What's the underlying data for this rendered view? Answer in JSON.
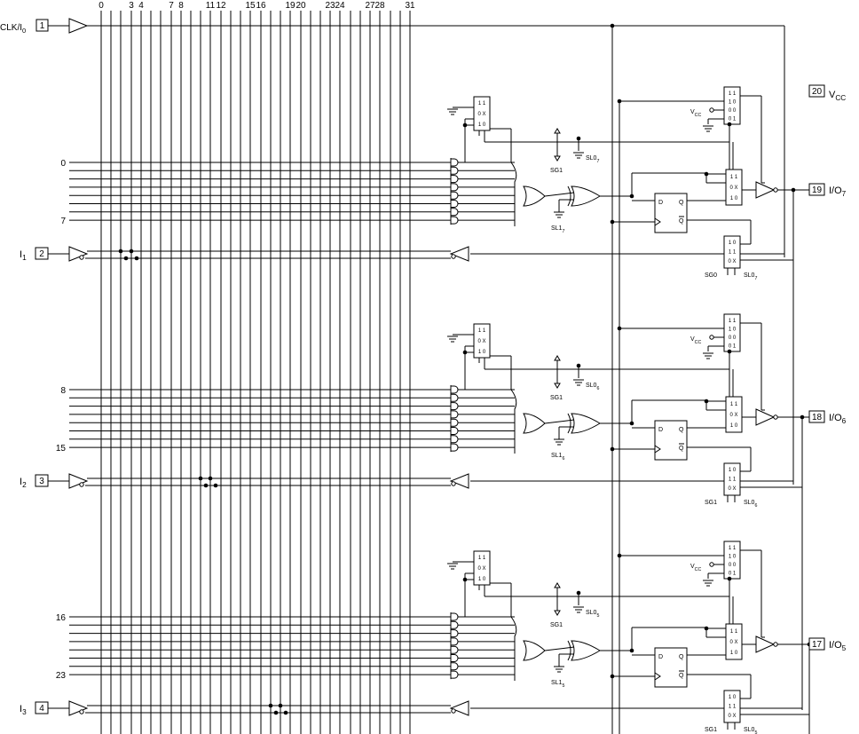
{
  "column_numbers": [
    "0",
    "3",
    "4",
    "7",
    "8",
    "11",
    "12",
    "15",
    "16",
    "19",
    "20",
    "23",
    "24",
    "27",
    "28",
    "31"
  ],
  "inputs": {
    "clk": {
      "label": "CLK/I",
      "sub": "0",
      "pin": "1"
    },
    "i1": {
      "label": "I",
      "sub": "1",
      "pin": "2"
    },
    "i2": {
      "label": "I",
      "sub": "2",
      "pin": "3"
    },
    "i3": {
      "label": "I",
      "sub": "3",
      "pin": "4"
    }
  },
  "vcc": {
    "pin": "20",
    "label": "V",
    "sub": "CC"
  },
  "macrocells": [
    {
      "row_start": "0",
      "row_end": "7",
      "io_pin": "19",
      "io_label": "I/O",
      "io_sub": "7",
      "sg1": "SG1",
      "sl0": "SL0",
      "sl0_sub": "7",
      "sl1": "SL1",
      "sl1_sub": "7",
      "sg_bottom": "SG0",
      "sl0_bottom": "SL0",
      "sl0_bottom_sub": "7"
    },
    {
      "row_start": "8",
      "row_end": "15",
      "io_pin": "18",
      "io_label": "I/O",
      "io_sub": "6",
      "sg1": "SG1",
      "sl0": "SL0",
      "sl0_sub": "6",
      "sl1": "SL1",
      "sl1_sub": "6",
      "sg_bottom": "SG1",
      "sl0_bottom": "SL0",
      "sl0_bottom_sub": "6"
    },
    {
      "row_start": "16",
      "row_end": "23",
      "io_pin": "17",
      "io_label": "I/O",
      "io_sub": "5",
      "sg1": "SG1",
      "sl0": "SL0",
      "sl0_sub": "5",
      "sl1": "SL1",
      "sl1_sub": "5",
      "sg_bottom": "SG1",
      "sl0_bottom": "SL0",
      "sl0_bottom_sub": "5"
    }
  ],
  "mux_codes": {
    "oe_mux": [
      "1 1",
      "1 0",
      "0 0",
      "0 1"
    ],
    "vcc_label": "V",
    "vcc_sub": "CC",
    "sel_mux": [
      "1 1",
      "0 X",
      "1 0"
    ],
    "fb_mux": [
      "1 0",
      "1 1",
      "0 X"
    ],
    "dff": {
      "d": "D",
      "q": "Q",
      "qn": "Q"
    }
  }
}
